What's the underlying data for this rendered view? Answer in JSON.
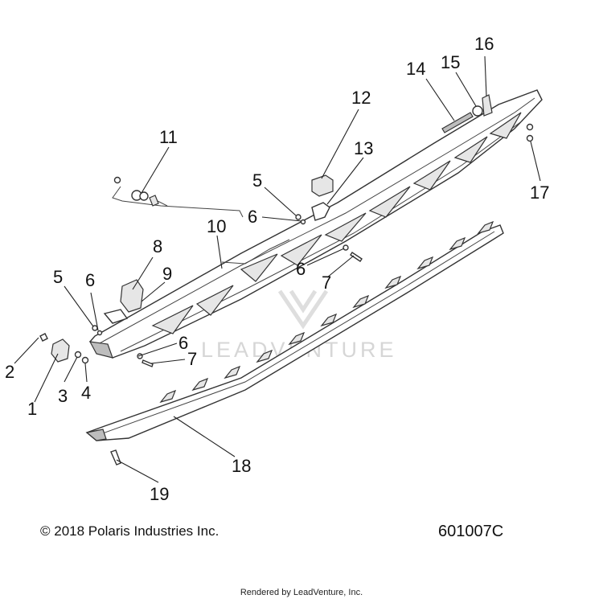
{
  "callouts": [
    {
      "id": "1",
      "text": "1"
    },
    {
      "id": "2",
      "text": "2"
    },
    {
      "id": "3",
      "text": "3"
    },
    {
      "id": "4",
      "text": "4"
    },
    {
      "id": "5a",
      "text": "5"
    },
    {
      "id": "5b",
      "text": "5"
    },
    {
      "id": "6a",
      "text": "6"
    },
    {
      "id": "6b",
      "text": "6"
    },
    {
      "id": "6c",
      "text": "6"
    },
    {
      "id": "6d",
      "text": "6"
    },
    {
      "id": "7a",
      "text": "7"
    },
    {
      "id": "7b",
      "text": "7"
    },
    {
      "id": "8",
      "text": "8"
    },
    {
      "id": "9",
      "text": "9"
    },
    {
      "id": "10",
      "text": "10"
    },
    {
      "id": "11",
      "text": "11"
    },
    {
      "id": "12",
      "text": "12"
    },
    {
      "id": "13",
      "text": "13"
    },
    {
      "id": "14",
      "text": "14"
    },
    {
      "id": "15",
      "text": "15"
    },
    {
      "id": "16",
      "text": "16"
    },
    {
      "id": "17",
      "text": "17"
    },
    {
      "id": "18",
      "text": "18"
    },
    {
      "id": "19",
      "text": "19"
    }
  ],
  "watermark": {
    "text": "LEADVENTURE"
  },
  "footer": {
    "copyright": "© 2018 Polaris Industries Inc.",
    "part_number": "601007C",
    "render_credit": "Rendered by LeadVenture, Inc."
  }
}
